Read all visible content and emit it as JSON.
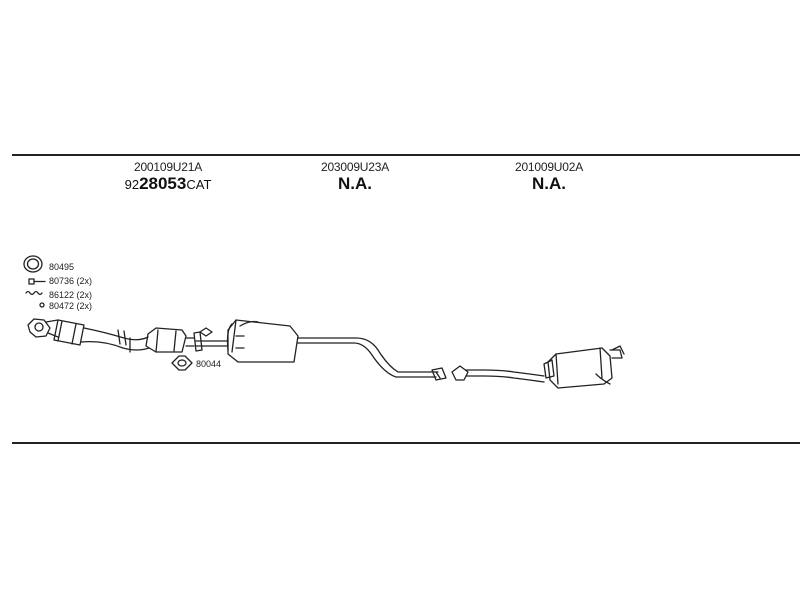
{
  "parts": [
    {
      "number": "200109U21A",
      "prefix": "92",
      "code": "28053",
      "suffix": "CAT"
    },
    {
      "number": "203009U23A",
      "code": "N.A."
    },
    {
      "number": "201009U02A",
      "code": "N.A."
    }
  ],
  "accessories": [
    {
      "code": "80495",
      "icon": "gasket-ring-icon"
    },
    {
      "code": "80736",
      "qty": "(2x)",
      "icon": "bolt-icon"
    },
    {
      "code": "86122",
      "qty": "(2x)",
      "icon": "spring-set-icon"
    },
    {
      "code": "80472",
      "qty": "(2x)",
      "icon": "washer-icon"
    },
    {
      "code": "80044",
      "icon": "flange-gasket-icon"
    }
  ]
}
